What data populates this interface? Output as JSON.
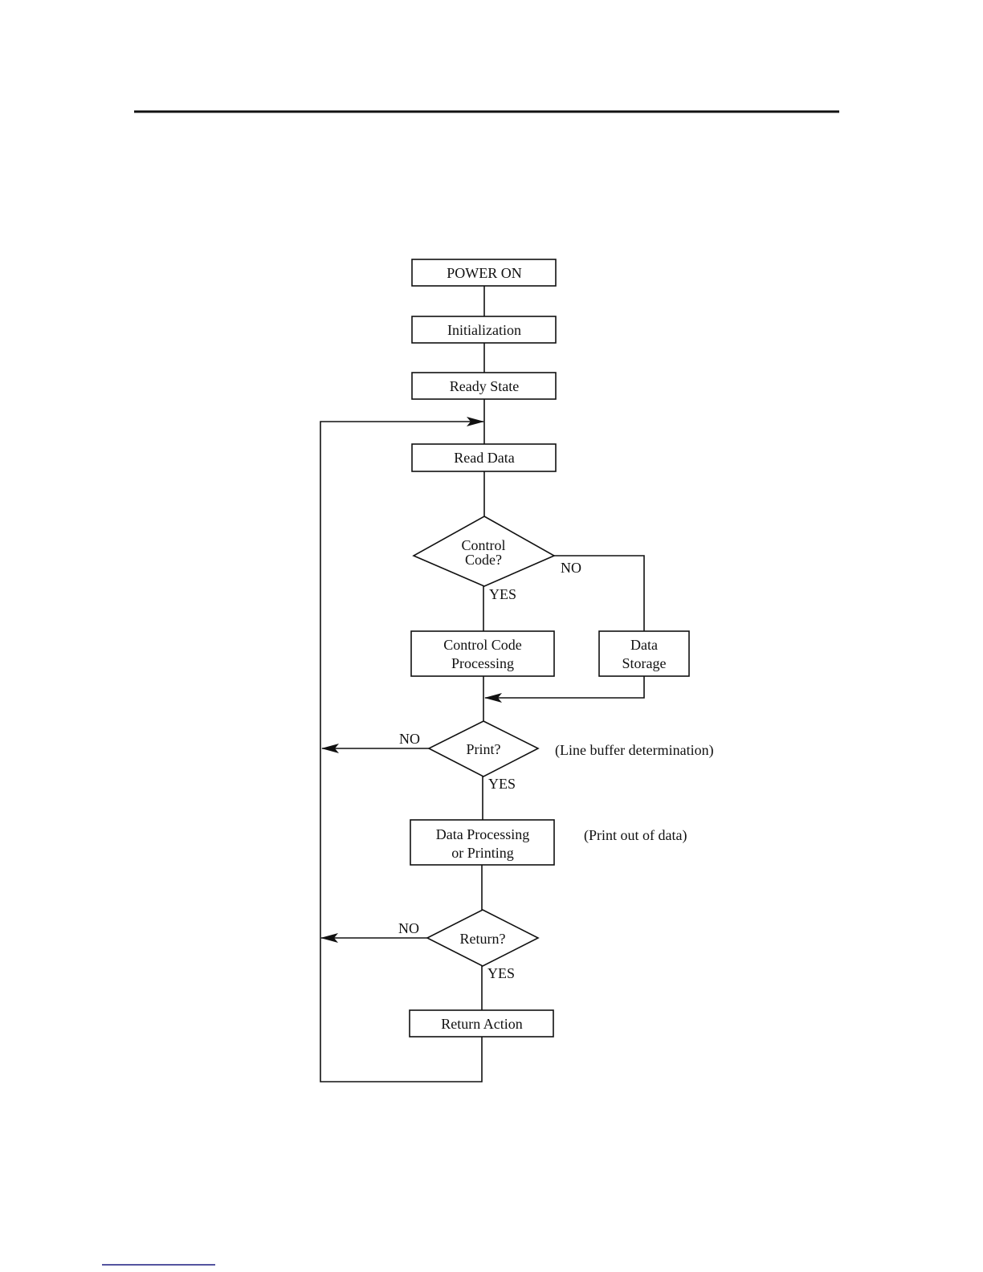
{
  "nodes": {
    "power_on": "POWER ON",
    "initialization": "Initialization",
    "ready_state": "Ready State",
    "read_data": "Read Data",
    "control_code_q": [
      "Control",
      "Code?"
    ],
    "control_code_processing": [
      "Control Code",
      "Processing"
    ],
    "data_storage": [
      "Data",
      "Storage"
    ],
    "print_q": "Print?",
    "data_processing": [
      "Data Processing",
      "or Printing"
    ],
    "return_q": "Return?",
    "return_action": "Return Action"
  },
  "labels": {
    "control_no": "NO",
    "control_yes": "YES",
    "print_no": "NO",
    "print_yes": "YES",
    "return_no": "NO",
    "return_yes": "YES"
  },
  "annotations": {
    "print_note": "(Line buffer determination)",
    "processing_note": "(Print out of data)"
  },
  "colors": {
    "footer_rule": "#1c1c80"
  }
}
